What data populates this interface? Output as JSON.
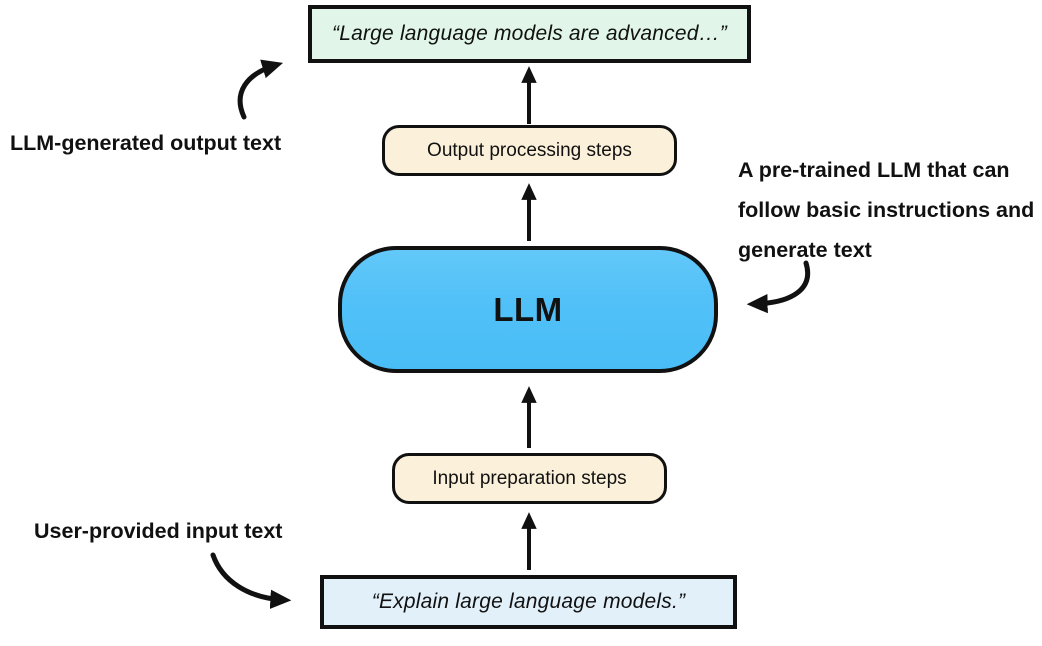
{
  "diagram": {
    "description": "LLM text-generation pipeline flow diagram",
    "flow": {
      "output_quote": "“Large language models are advanced…”",
      "output_steps": "Output processing steps",
      "llm": "LLM",
      "input_steps": "Input preparation steps",
      "input_quote": "“Explain large language models.”"
    },
    "annotations": {
      "output_label": "LLM-generated output text",
      "llm_note": "A pre-trained LLM that can\nfollow basic instructions and\ngenerate text",
      "input_label": "User-provided input text"
    },
    "colors": {
      "output_quote_bg": "#e1f6e9",
      "input_quote_bg": "#e2f0fa",
      "steps_bg": "#fbf0da",
      "llm_bg": "#52c1f8",
      "border": "#111111",
      "arrow": "#111111",
      "canvas_bg": "#ffffff"
    },
    "arrow_direction": "bottom-to-top"
  }
}
